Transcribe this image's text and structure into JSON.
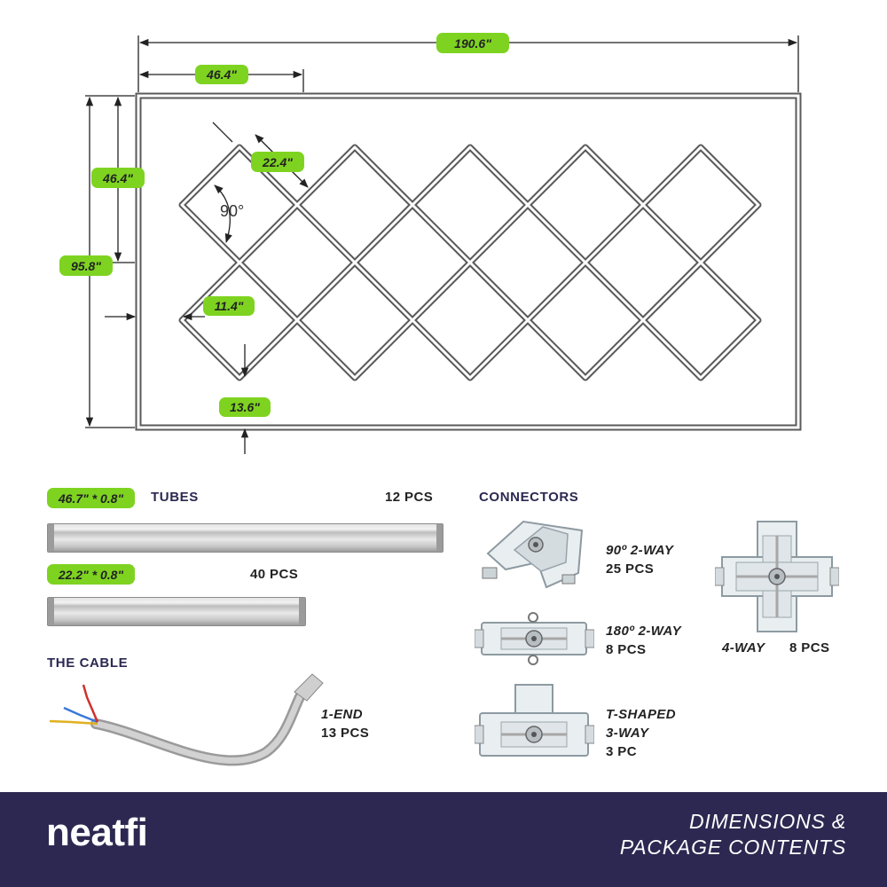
{
  "dimensions": {
    "width": "190.6\"",
    "panel_width": "46.4\"",
    "panel_height": "46.4\"",
    "tile_side": "22.4\"",
    "angle": "90°",
    "total_height": "95.8\"",
    "side_offset": "11.4\"",
    "bottom_offset": "13.6\""
  },
  "tubes": {
    "heading": "TUBES",
    "long": {
      "size": "46.7\" * 0.8\"",
      "qty": "12 PCS"
    },
    "short": {
      "size": "22.2\" * 0.8\"",
      "qty": "40 PCS"
    }
  },
  "cable": {
    "heading": "THE CABLE",
    "type": "1-END",
    "qty": "13 PCS"
  },
  "connectors": {
    "heading": "CONNECTORS",
    "items": [
      {
        "type": "90º 2-WAY",
        "qty": "25 PCS"
      },
      {
        "type": "180º 2-WAY",
        "qty": "8 PCS"
      },
      {
        "type": "T-SHAPED",
        "type2": "3-WAY",
        "qty": "3 PC"
      },
      {
        "type": "4-WAY",
        "qty": "8 PCS"
      }
    ]
  },
  "footer": {
    "logo": "neatfi",
    "title_line1": "DIMENSIONS &",
    "title_line2": "PACKAGE CONTENTS"
  },
  "colors": {
    "accent_green": "#7ed321",
    "brand_navy": "#2c2851",
    "frame_gray": "#555555"
  }
}
